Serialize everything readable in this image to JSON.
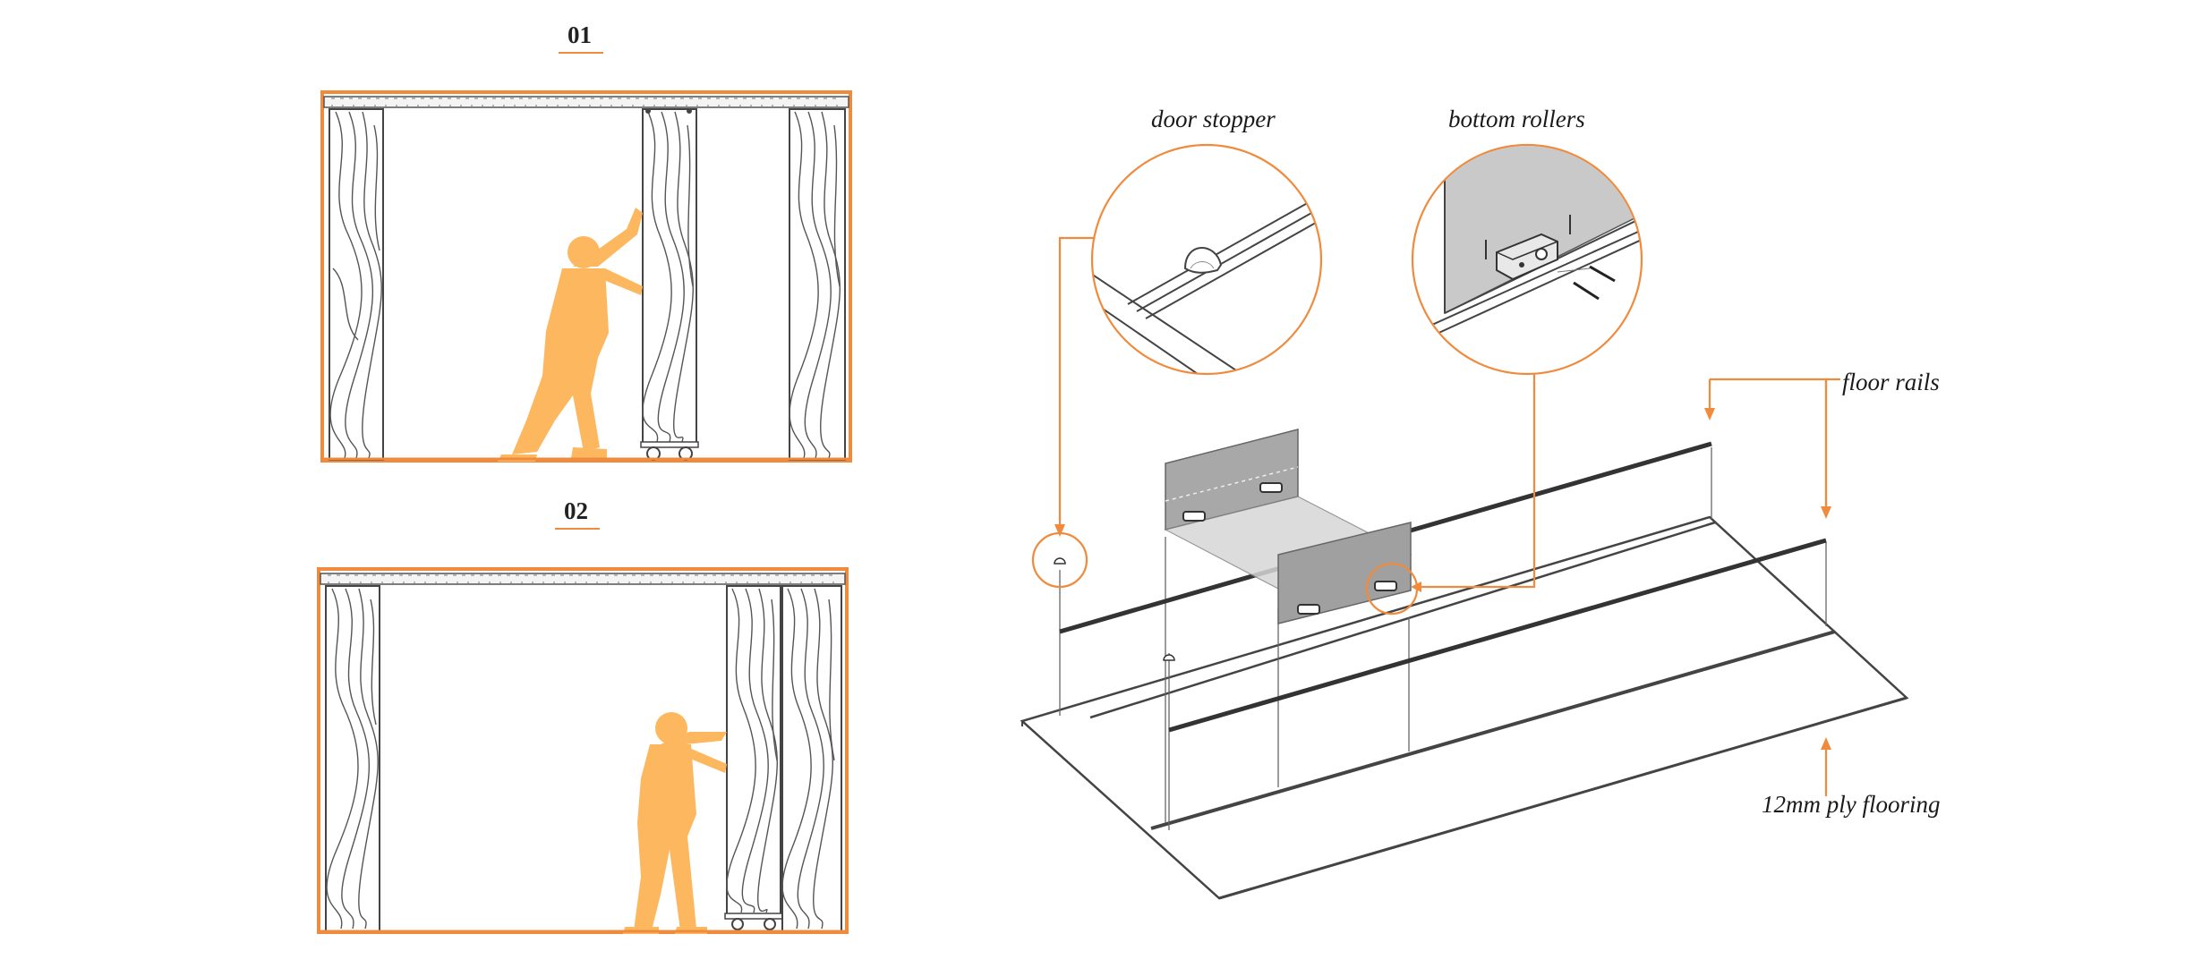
{
  "panels": [
    {
      "number": "01"
    },
    {
      "number": "02"
    }
  ],
  "callouts": {
    "door_stopper": "door stopper",
    "bottom_rollers": "bottom rollers",
    "floor_rails": "floor rails",
    "ply_flooring": "12mm ply flooring"
  },
  "colors": {
    "accent": "#f08a3c",
    "figure": "#fdb75e",
    "line": "#333333",
    "panel_gray": "#9a9a9a"
  }
}
